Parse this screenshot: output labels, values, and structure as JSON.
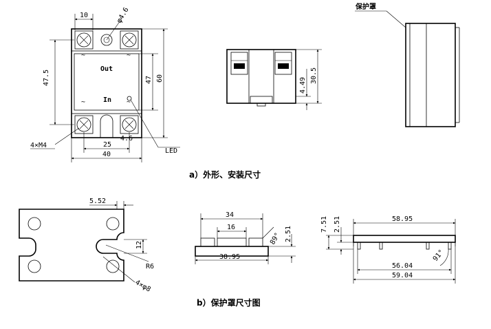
{
  "captions": {
    "a": "a）外形、安装尺寸",
    "b": "b）保护罩尺寸图"
  },
  "labels": {
    "protective_cover": "保护罩",
    "led": "LED",
    "out": "Out",
    "in": "In",
    "ac_mark": "~"
  },
  "dims_a": {
    "top_10": "10",
    "hole_dia": "φ4.6",
    "h_47_5": "47.5",
    "h_47": "47",
    "h_60": "60",
    "m4": "4×M4",
    "w_25": "25",
    "w_4_6": "4.6",
    "w_40": "40",
    "side_4_49": "4.49",
    "side_30_5": "30.5"
  },
  "dims_b": {
    "d_5_52": "5.52",
    "d_12": "12",
    "d_r6": "R6",
    "d_4xphi8": "4×φ8",
    "d_34": "34",
    "d_16": "16",
    "d_89deg": "89°",
    "d_2_51": "2.51",
    "d_38_95": "38.95",
    "d_7_51": "7.51",
    "d_2_51b": "2.51",
    "d_58_95": "58.95",
    "d_91deg": "91°",
    "d_56_04": "56.04",
    "d_59_04": "59.04"
  }
}
